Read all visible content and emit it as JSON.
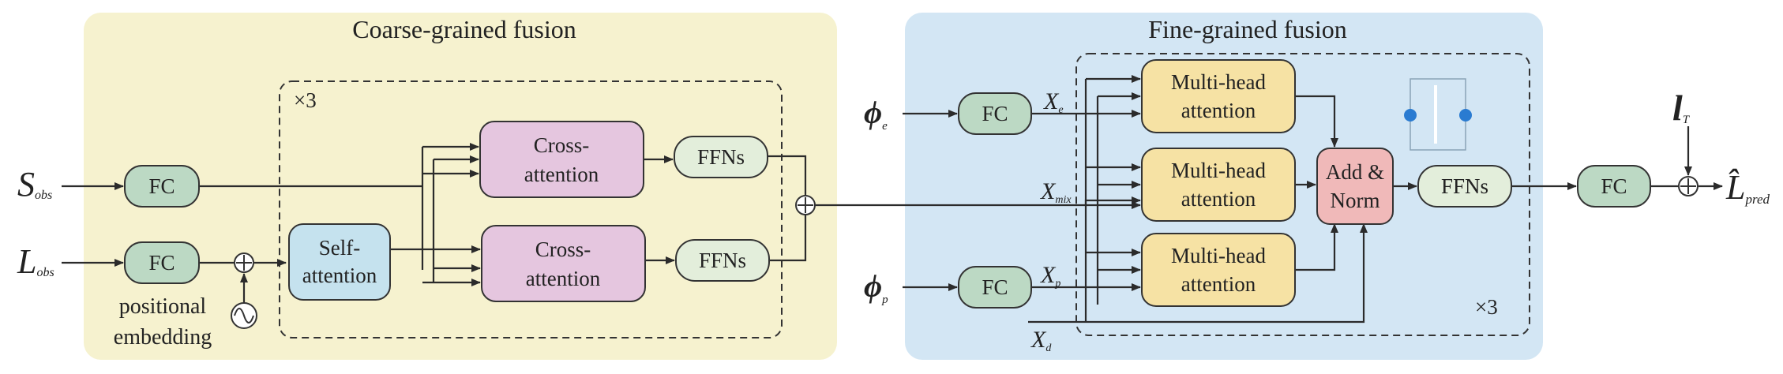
{
  "panels": {
    "coarse": {
      "title": "Coarse-grained fusion",
      "color": "#f6f2cf"
    },
    "fine": {
      "title": "Fine-grained fusion",
      "color": "#d3e6f4"
    }
  },
  "coarse": {
    "repeat": "×3",
    "inputs": {
      "s_main": "S",
      "s_sub": "obs",
      "l_main": "L",
      "l_sub": "obs"
    },
    "fc": "FC",
    "self_attention": [
      "Self-",
      "attention"
    ],
    "cross_attention": [
      "Cross-",
      "attention"
    ],
    "ffns": "FFNs",
    "positional": [
      "positional",
      "embedding"
    ]
  },
  "fine": {
    "repeat": "×3",
    "inputs": {
      "phi": "ϕ",
      "e": "e",
      "p": "p"
    },
    "fc": "FC",
    "x": {
      "main": "X",
      "e": "e",
      "mix": "mix",
      "p": "p",
      "d": "d"
    },
    "multihead": [
      "Multi-head",
      "attention"
    ],
    "addnorm": [
      "Add &",
      "Norm"
    ],
    "ffns": "FFNs"
  },
  "output": {
    "fc": "FC",
    "l_main": "l",
    "l_sub": "T",
    "pred_main": "L̂",
    "pred_sub": "pred"
  },
  "colors": {
    "fc": "#bcd9c4",
    "self_attn": "#c5e2ee",
    "cross_attn": "#e5c6df",
    "ffns": "#e3eedb",
    "multihead": "#f6e2a4",
    "addnorm": "#f0b9b9",
    "dot": "#2a7bd1"
  }
}
